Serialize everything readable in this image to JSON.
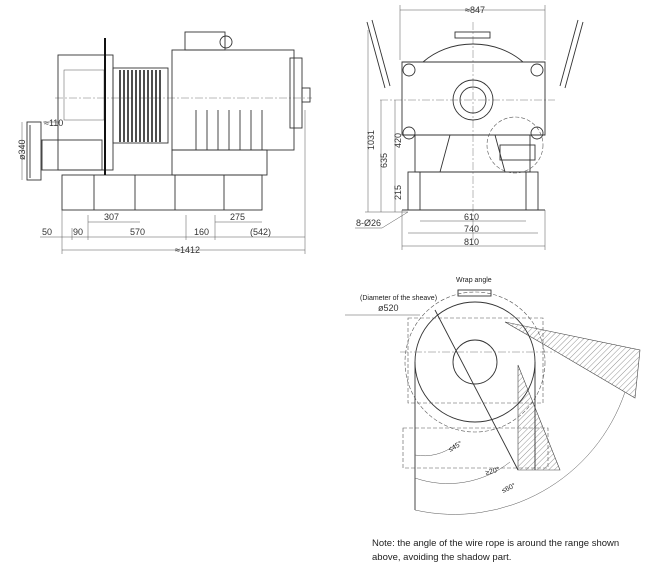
{
  "side_view": {
    "dimensions": {
      "d_handwheel": "ø340",
      "offset": "≈110",
      "d307": "307",
      "d275": "275",
      "d50": "50",
      "d90": "90",
      "d570": "570",
      "d160": "160",
      "d542": "(542)",
      "total_length": "≈1412"
    }
  },
  "front_view": {
    "dimensions": {
      "width": "≈847",
      "height": "1031",
      "h635": "635",
      "h420": "420",
      "h215": "215",
      "holes": "8-Ø26",
      "w610": "610",
      "w740": "740",
      "w810": "810"
    }
  },
  "wrap_view": {
    "wrap_angle_label": "Wrap angle",
    "sheave_label": "(Diameter of the sheave)",
    "sheave_diameter": "ø520",
    "angle_45": "≤45°",
    "angle_20": "≥20°",
    "angle_60": "≤60°"
  },
  "note": {
    "line1": "Note: the angle of the wire rope is around the range shown",
    "line2": "above, avoiding the shadow part."
  }
}
